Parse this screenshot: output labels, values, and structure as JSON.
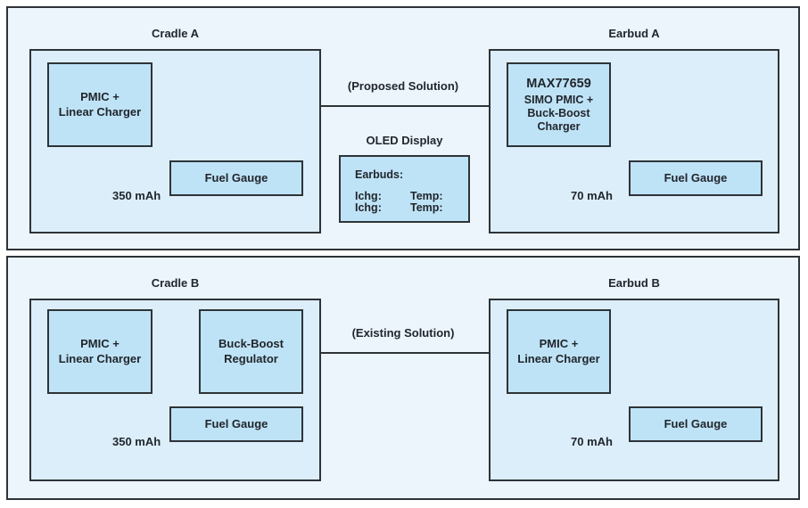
{
  "colors": {
    "page_bg": "#ffffff",
    "panel_bg": "#ecf5fc",
    "group_bg": "#dceefa",
    "box_bg": "#bfe3f6",
    "line": "#2e3338",
    "text": "#21262d"
  },
  "top": {
    "cradle": {
      "title": "Cradle A",
      "pmic": "PMIC +\nLinear Charger",
      "fuel": "Fuel Gauge",
      "battery": "350 mAh"
    },
    "arrow_label": "(Proposed Solution)",
    "oled": {
      "title": "OLED Display",
      "header": "Earbuds:",
      "r1c1": "Ichg:",
      "r1c2": "Temp:",
      "r2c1": "Ichg:",
      "r2c2": "Temp:"
    },
    "earbud": {
      "title": "Earbud A",
      "chip_name": "MAX77659",
      "chip_sub": "SIMO PMIC +\nBuck-Boost\nCharger",
      "fuel": "Fuel Gauge",
      "battery": "70 mAh"
    }
  },
  "bottom": {
    "cradle": {
      "title": "Cradle B",
      "pmic": "PMIC +\nLinear Charger",
      "buckboost": "Buck-Boost\nRegulator",
      "fuel": "Fuel Gauge",
      "battery": "350 mAh"
    },
    "arrow_label": "(Existing Solution)",
    "earbud": {
      "title": "Earbud B",
      "pmic": "PMIC +\nLinear Charger",
      "fuel": "Fuel Gauge",
      "battery": "70 mAh"
    }
  }
}
